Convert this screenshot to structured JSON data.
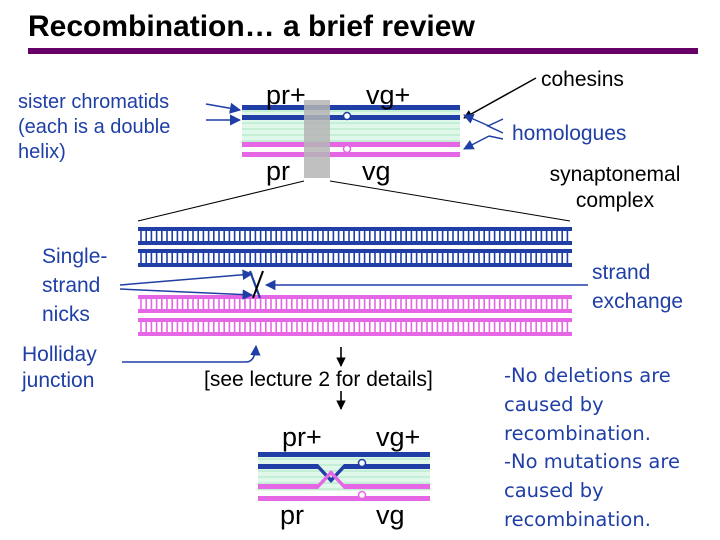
{
  "title": "Recombination… a brief review",
  "labels": {
    "sister_chromatids": [
      "sister chromatids",
      "(each is a double",
      "helix)"
    ],
    "cohesins": "cohesins",
    "homologues": "homologues",
    "synaptonemal": [
      "synaptonemal",
      "complex"
    ],
    "single_strand": [
      "Single-",
      "strand",
      "nicks"
    ],
    "holliday": [
      "Holliday",
      "junction"
    ],
    "strand_exchange": [
      "strand",
      "exchange"
    ],
    "see_lecture": "[see lecture 2 for details]"
  },
  "genes": {
    "pr_plus": "pr+",
    "vg_plus": "vg+",
    "pr": "pr",
    "vg": "vg"
  },
  "notes": [
    "-No deletions are",
    "caused by",
    "recombination.",
    "-No mutations are",
    "caused by",
    "recombination."
  ],
  "colors": {
    "blue": "#1f3fa6",
    "magenta": "#e667e6",
    "pink_light": "#f7c6ef",
    "green_light": "#c9f2dc",
    "rule": "#660066",
    "gray": "#bdbdbd"
  }
}
